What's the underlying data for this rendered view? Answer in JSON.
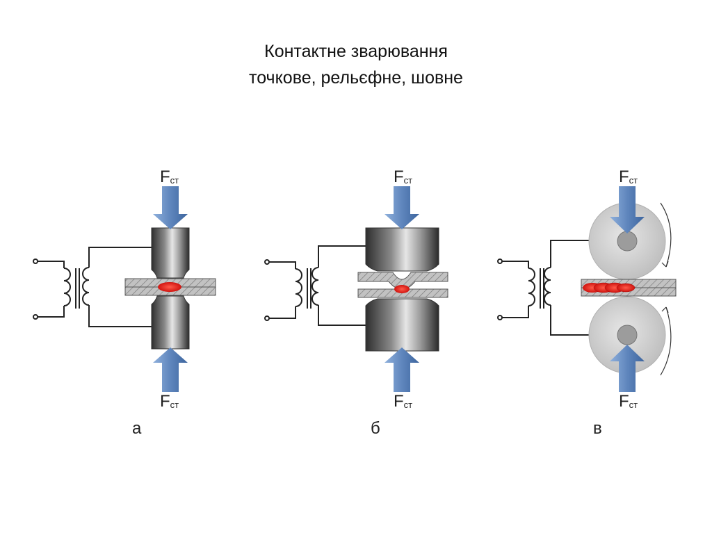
{
  "slide": {
    "title_line1": "Контактне зварювання",
    "title_line2": "точкове, рельєфне, шовне"
  },
  "force_label": {
    "main": "F",
    "sub": "ст"
  },
  "diagrams": [
    {
      "id": "a",
      "caption": "а"
    },
    {
      "id": "b",
      "caption": "б"
    },
    {
      "id": "v",
      "caption": "в"
    }
  ],
  "colors": {
    "arrow": "#6f93c4",
    "arrow_dark": "#3a5f96",
    "nugget": "#e3201b",
    "electrode_dark": "#3b3b3b",
    "electrode_light": "#cfcfcf",
    "plate": "#b4b4b4",
    "roller": "#d4d4d4",
    "wire": "#222222"
  }
}
